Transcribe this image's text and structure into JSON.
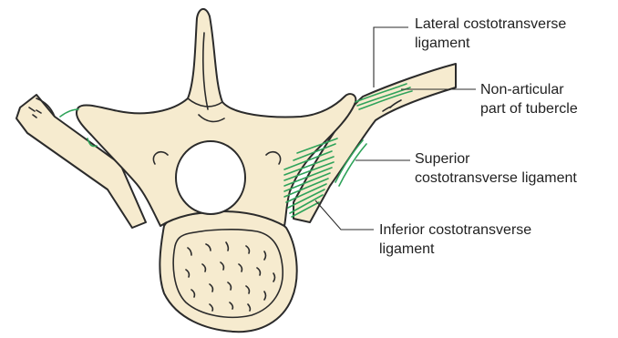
{
  "labels": {
    "lateral": [
      "Lateral costotransverse",
      "ligament"
    ],
    "nonarticular": [
      "Non-articular",
      "part of tubercle"
    ],
    "superior": [
      "Superior",
      "costotransverse ligament"
    ],
    "inferior": [
      "Inferior costotransverse",
      "ligament"
    ]
  },
  "colors": {
    "bone": "#f6ebcf",
    "outline": "#2b2b2b",
    "ligament": "#2fa35a"
  }
}
